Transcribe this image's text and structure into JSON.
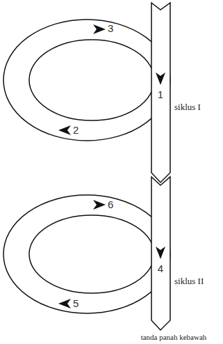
{
  "diagram": {
    "labels": [
      "3",
      "1",
      "2",
      "siklus I",
      "6",
      "4",
      "5",
      "siklus II",
      "tanda panah kebawah"
    ]
  }
}
